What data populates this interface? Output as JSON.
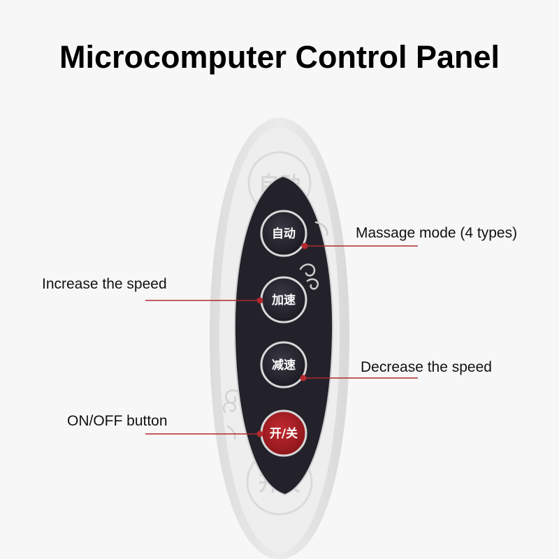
{
  "title": "Microcomputer Control Panel",
  "buttons": {
    "auto": "自动",
    "speed_up": "加速",
    "speed_down": "减速",
    "power": "开/关"
  },
  "ghost": {
    "top": "自动",
    "bottom": "开关"
  },
  "callouts": {
    "massage_mode": "Massage mode (4 types)",
    "increase_speed": "Increase the speed",
    "decrease_speed": "Decrease the speed",
    "on_off": "ON/OFF button"
  },
  "colors": {
    "panel": "#22212b",
    "power_button": "#a51e24",
    "leader_line": "#b3282e"
  },
  "icons": {
    "swirl_ornament": "swirl-ornament-icon"
  }
}
